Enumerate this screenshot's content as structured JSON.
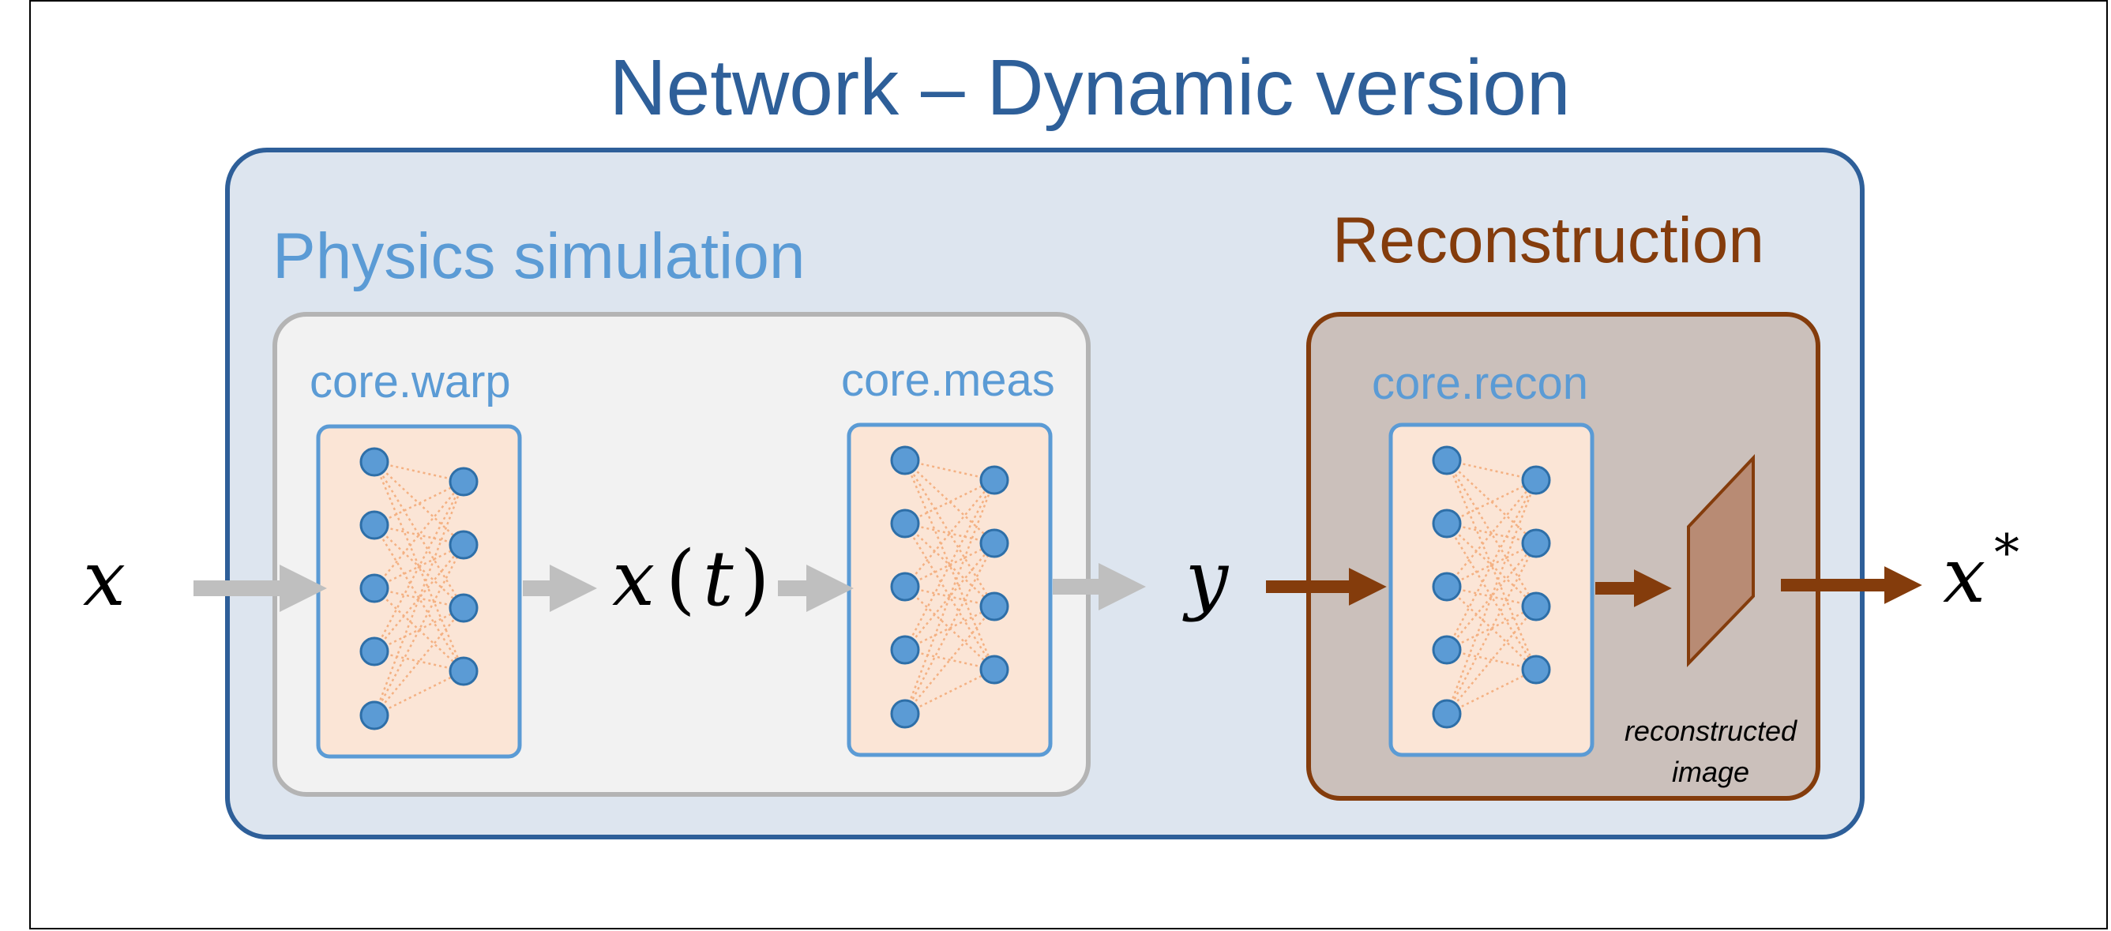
{
  "title": "Network – Dynamic version",
  "sections": {
    "physics": {
      "label": "Physics simulation",
      "blocks": {
        "warp": "core.warp",
        "meas": "core.meas"
      }
    },
    "reconstruction": {
      "label": "Reconstruction",
      "blocks": {
        "recon": "core.recon"
      },
      "image_caption_line1": "reconstructed",
      "image_caption_line2": "image"
    }
  },
  "variables": {
    "input": "x",
    "intermediate_base": "x",
    "intermediate_paren_open": "(",
    "intermediate_arg": "t",
    "intermediate_paren_close": ")",
    "measurement": "y",
    "output_base": "x",
    "output_sup": "*"
  },
  "colors": {
    "title": "#2e5f99",
    "outer_frame_stroke": "#2e5f99",
    "outer_frame_fill": "#dde5ef",
    "physics_label": "#5b9bd5",
    "physics_box_fill": "#f2f2f2",
    "physics_box_stroke": "#b4b4b4",
    "block_label": "#5b9bd5",
    "recon_label": "#843c0c",
    "recon_box_fill": "#cbc0bb",
    "recon_box_stroke": "#843c0c",
    "nn_fill": "#fbe5d6",
    "nn_stroke": "#5b9bd5",
    "node_fill": "#5b9bd5",
    "node_stroke": "#2e6fa8",
    "edge": "#f4b183",
    "arrow_gray": "#bfbfbf",
    "arrow_brown": "#843c0c",
    "image_fill": "#b88b74",
    "image_stroke": "#843c0c"
  }
}
